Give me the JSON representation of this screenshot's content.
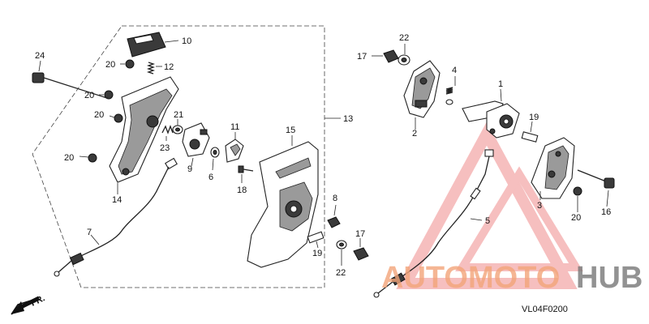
{
  "diagram_code": "VL04F0200",
  "direction_label": "FR.",
  "watermark": {
    "left": "AUTOMOTO",
    "right": "HUB",
    "color_left": "#f3a57a",
    "color_right": "#777777",
    "triangle_color": "#f08a8a"
  },
  "callouts": [
    "1",
    "2",
    "3",
    "4",
    "5",
    "6",
    "7",
    "8",
    "9",
    "10",
    "11",
    "12",
    "13",
    "14",
    "15",
    "16",
    "17",
    "17",
    "18",
    "19",
    "19",
    "20",
    "20",
    "20",
    "20",
    "21",
    "22",
    "22",
    "23",
    "24"
  ]
}
